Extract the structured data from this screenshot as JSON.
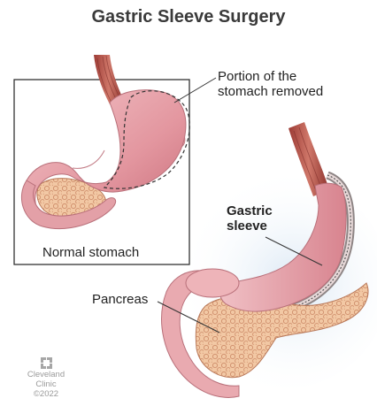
{
  "title": "Gastric Sleeve Surgery",
  "labels": {
    "portion_line1": "Portion of the",
    "portion_line2": "stomach removed",
    "sleeve_line1": "Gastric",
    "sleeve_line2": "sleeve",
    "normal": "Normal stomach",
    "pancreas": "Pancreas"
  },
  "logo": {
    "line1": "Cleveland",
    "line2": "Clinic",
    "year": "©2022"
  }
}
